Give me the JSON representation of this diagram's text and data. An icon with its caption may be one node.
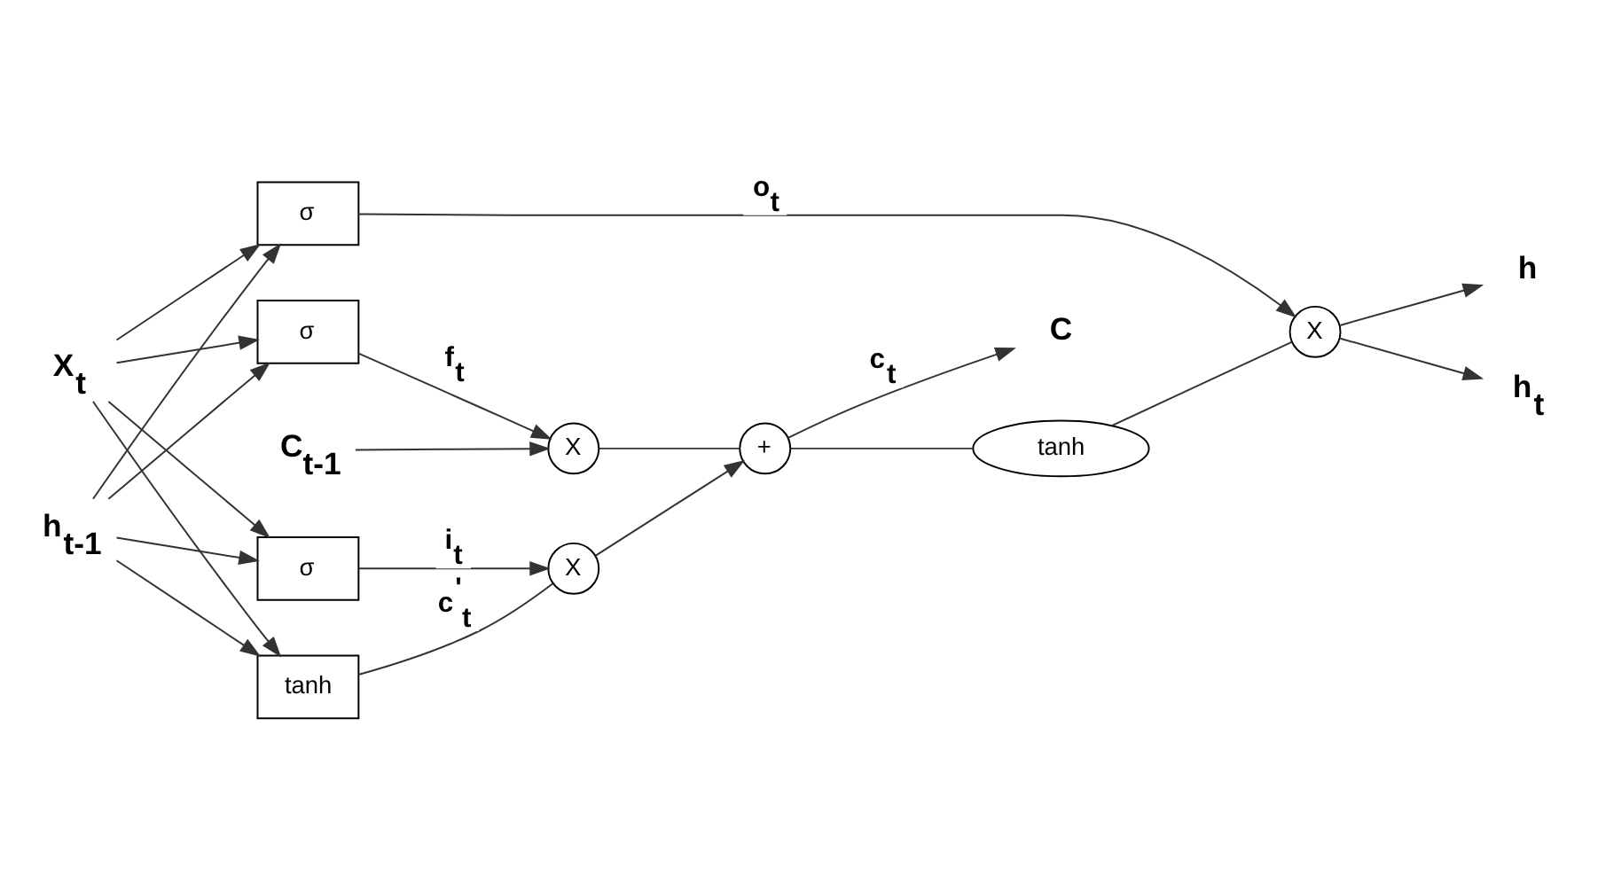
{
  "diagram": {
    "nodes": [
      {
        "text": [
          "C$_{t-1}$"
        ]
      },
      {
        "text": [
          "h$_{t-1}$"
        ]
      },
      {
        "text": [
          "X$_{t}$"
        ]
      },
      {
        "text": [
          "X"
        ]
      },
      {
        "text": [
          "+"
        ]
      },
      {
        "text": [
          "X"
        ]
      },
      {
        "text": [
          "σ"
        ]
      },
      {
        "text": [
          "σ"
        ]
      },
      {
        "text": [
          "tanh"
        ]
      },
      {
        "text": [
          "σ"
        ]
      },
      {
        "text": [
          "tanh"
        ]
      },
      {
        "text": [
          "X"
        ]
      },
      {
        "text": [
          "C"
        ]
      },
      {
        "text": [
          "h"
        ]
      },
      {
        "text": [
          "h$_{t}$"
        ]
      }
    ],
    "edges": [
      {
        "from": 0,
        "to": 3,
        "arrow": "to"
      },
      {
        "from": 1,
        "to": 6,
        "arrow": "to"
      },
      {
        "from": 1,
        "to": 7,
        "arrow": "to"
      },
      {
        "from": 1,
        "to": 8,
        "arrow": "to"
      },
      {
        "from": 1,
        "to": 9,
        "arrow": "to"
      },
      {
        "from": 2,
        "to": 6,
        "arrow": "to"
      },
      {
        "from": 2,
        "to": 7,
        "arrow": "to"
      },
      {
        "from": 2,
        "to": 8,
        "arrow": "to"
      },
      {
        "from": 2,
        "to": 9,
        "arrow": "to"
      },
      {
        "from": 6,
        "to": 3,
        "arrow": "to",
        "label": "f$_{t}$"
      },
      {
        "from": 3,
        "to": 4,
        "arrow": "none"
      },
      {
        "from": 7,
        "to": 5,
        "arrow": "to",
        "label": "i$_{t}$"
      },
      {
        "from": 8,
        "to": 5,
        "arrow": "none",
        "label": "c$^{'}$$_{t}$"
      },
      {
        "from": 5,
        "to": 4,
        "arrow": "to"
      },
      {
        "from": 4,
        "to": 12,
        "arrow": "to",
        "label": "c$_{t}$"
      },
      {
        "from": 4,
        "to": 10,
        "arrow": "none"
      },
      {
        "from": 10,
        "to": 11,
        "arrow": "none"
      },
      {
        "from": 9,
        "to": 11,
        "arrow": "to",
        "label": "o$_{t}$"
      },
      {
        "from": 11,
        "to": 13,
        "arrow": "to"
      },
      {
        "from": 11,
        "to": 14,
        "arrow": "to"
      }
    ]
  }
}
